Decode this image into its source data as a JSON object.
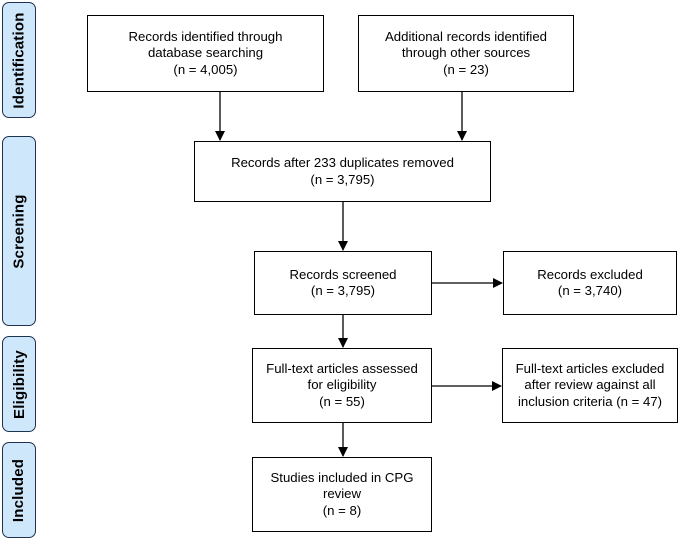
{
  "stages": [
    {
      "id": "identification",
      "label": "Identification"
    },
    {
      "id": "screening",
      "label": "Screening"
    },
    {
      "id": "eligibility",
      "label": "Eligibility"
    },
    {
      "id": "included",
      "label": "Included"
    }
  ],
  "boxes": {
    "database": {
      "lines": [
        "Records identified through",
        "database searching",
        "(n = 4,005)"
      ]
    },
    "other": {
      "lines": [
        "Additional records identified",
        "through other sources",
        "(n = 23)"
      ]
    },
    "deduplicated": {
      "lines": [
        "Records after 233 duplicates removed",
        "(n = 3,795)"
      ]
    },
    "screened": {
      "lines": [
        "Records screened",
        "(n = 3,795)"
      ]
    },
    "excluded": {
      "lines": [
        "Records excluded",
        "(n = 3,740)"
      ]
    },
    "fulltext": {
      "lines": [
        "Full-text articles assessed",
        "for eligibility",
        "(n = 55)"
      ]
    },
    "fulltext_excluded": {
      "lines": [
        "Full-text articles excluded",
        "after review against all",
        "inclusion criteria (n = 47)"
      ]
    },
    "included": {
      "lines": [
        "Studies included in CPG",
        "review",
        "(n = 8)"
      ]
    }
  }
}
